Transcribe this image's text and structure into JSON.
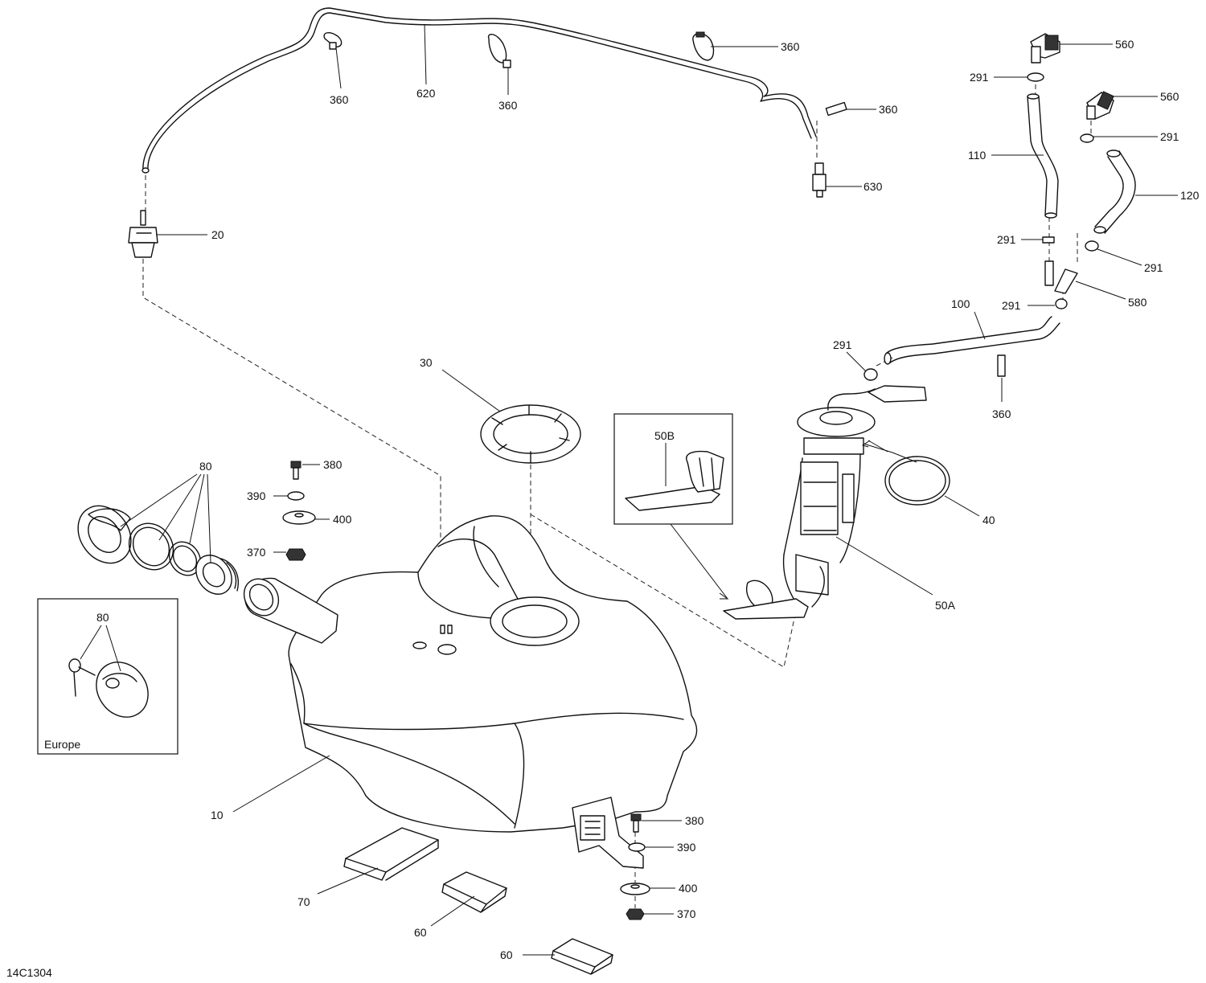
{
  "diagram_id": "14C1304",
  "inset_europe_label": "Europe",
  "callouts": {
    "c10": "10",
    "c20": "20",
    "c30": "30",
    "c40": "40",
    "c50a": "50A",
    "c50b": "50B",
    "c60a": "60",
    "c60b": "60",
    "c70": "70",
    "c80a": "80",
    "c80b": "80",
    "c100": "100",
    "c110": "110",
    "c120": "120",
    "c291a": "291",
    "c291b": "291",
    "c291c": "291",
    "c291d": "291",
    "c291e": "291",
    "c291f": "291",
    "c360a": "360",
    "c360b": "360",
    "c360c": "360",
    "c360d": "360",
    "c360e": "360",
    "c370a": "370",
    "c370b": "370",
    "c380a": "380",
    "c380b": "380",
    "c390a": "390",
    "c390b": "390",
    "c400a": "400",
    "c400b": "400",
    "c560a": "560",
    "c560b": "560",
    "c580": "580",
    "c620": "620",
    "c630": "630"
  }
}
